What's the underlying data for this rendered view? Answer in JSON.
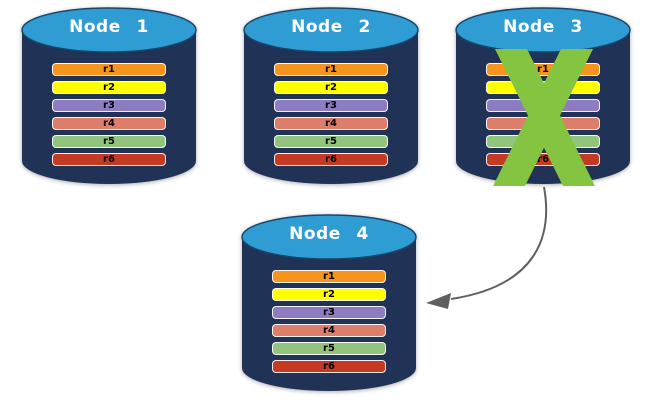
{
  "colors": {
    "background": "#FFFFFF",
    "cylinder_body": "#203255",
    "cylinder_top": "#2F9CD4",
    "cylinder_top_outline": "#16486E",
    "bar_border": "#FFFFFF",
    "bar_text": "#000000",
    "title_text": "#FFFFFF",
    "failure_cross": "#85C441",
    "arrow": "#5F5F5F"
  },
  "nodes": [
    {
      "label": "Node 1",
      "failed": false,
      "bars": [
        {
          "label": "r1",
          "color": "#F7941E"
        },
        {
          "label": "r2",
          "color": "#FFFF00"
        },
        {
          "label": "r3",
          "color": "#8E7CC3"
        },
        {
          "label": "r4",
          "color": "#DD7E6B"
        },
        {
          "label": "r5",
          "color": "#93C47D"
        },
        {
          "label": "r6",
          "color": "#C53A22"
        }
      ]
    },
    {
      "label": "Node 2",
      "failed": false,
      "bars": [
        {
          "label": "r1",
          "color": "#F7941E"
        },
        {
          "label": "r2",
          "color": "#FFFF00"
        },
        {
          "label": "r3",
          "color": "#8E7CC3"
        },
        {
          "label": "r4",
          "color": "#DD7E6B"
        },
        {
          "label": "r5",
          "color": "#93C47D"
        },
        {
          "label": "r6",
          "color": "#C53A22"
        }
      ]
    },
    {
      "label": "Node 3",
      "failed": true,
      "bars": [
        {
          "label": "r1",
          "color": "#F7941E"
        },
        {
          "label": "r2",
          "color": "#FFFF00"
        },
        {
          "label": "r3",
          "color": "#8E7CC3"
        },
        {
          "label": "r4",
          "color": "#DD7E6B"
        },
        {
          "label": "r5",
          "color": "#93C47D"
        },
        {
          "label": "r6",
          "color": "#C53A22"
        }
      ]
    },
    {
      "label": "Node 4",
      "failed": false,
      "bars": [
        {
          "label": "r1",
          "color": "#F7941E"
        },
        {
          "label": "r2",
          "color": "#FFFF00"
        },
        {
          "label": "r3",
          "color": "#8E7CC3"
        },
        {
          "label": "r4",
          "color": "#DD7E6B"
        },
        {
          "label": "r5",
          "color": "#93C47D"
        },
        {
          "label": "r6",
          "color": "#C53A22"
        }
      ]
    }
  ],
  "arrow": {
    "from": "Node 3",
    "to": "Node 4"
  }
}
